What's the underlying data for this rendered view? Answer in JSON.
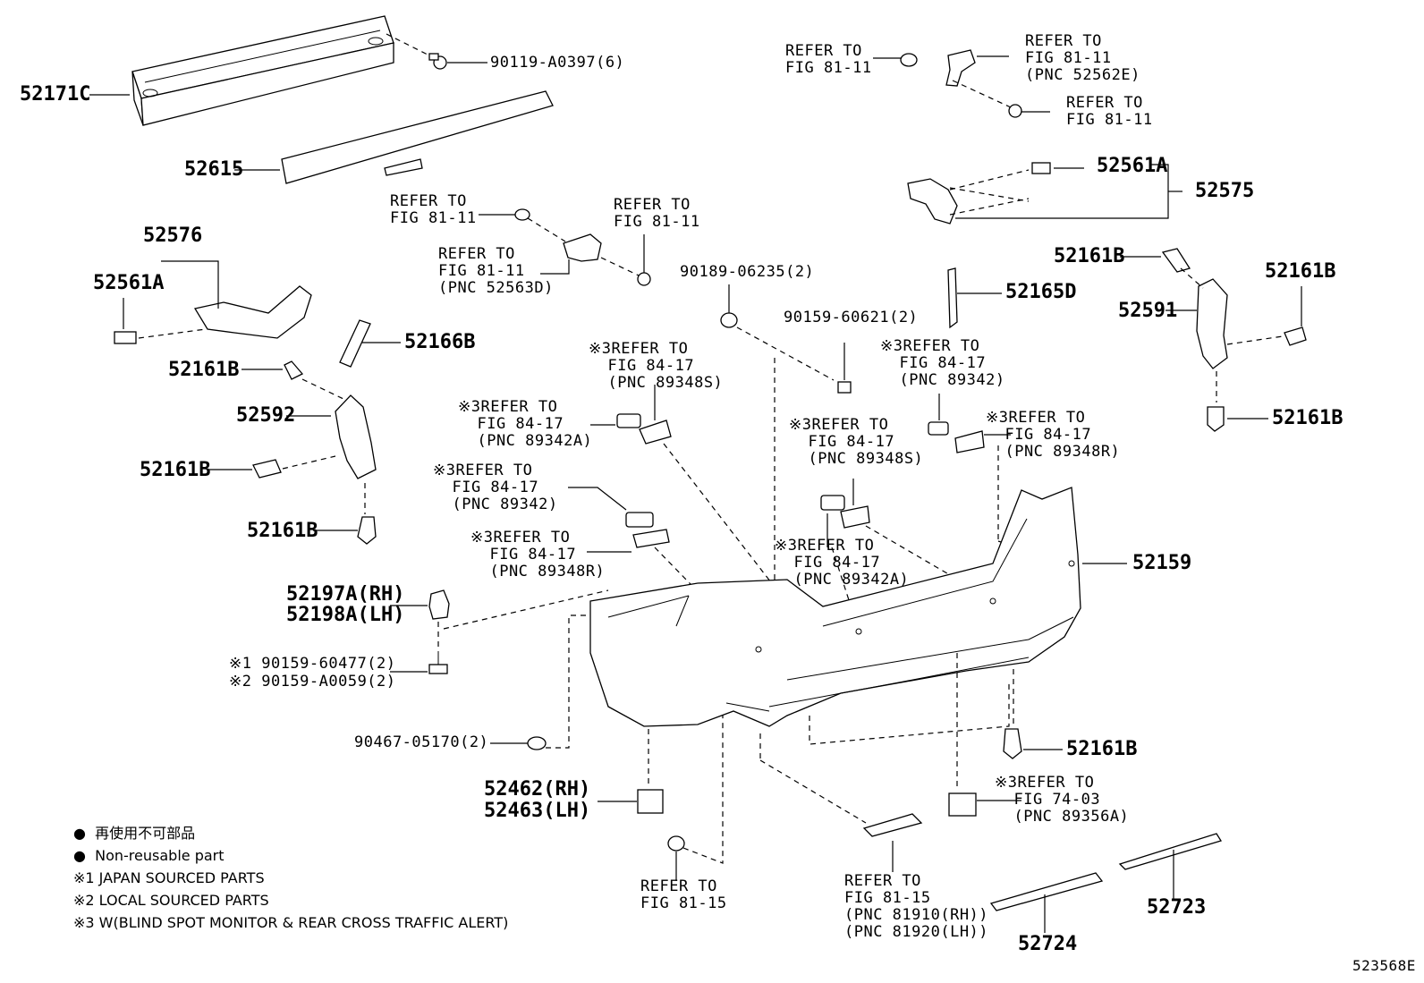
{
  "diagram_id": "523568E",
  "parts": {
    "p52171C": "52171C",
    "p52615": "52615",
    "p90119": "90119-A0397(6)",
    "p52576": "52576",
    "p52561A_l": "52561A",
    "p52166B": "52166B",
    "p52161B_1": "52161B",
    "p52592": "52592",
    "p52161B_2": "52161B",
    "p52161B_3": "52161B",
    "p52197A": "52197A(RH)",
    "p52198A": "52198A(LH)",
    "p90159_60477": "※1 90159-60477(2)",
    "p90159_A0059": "※2 90159-A0059(2)",
    "p90467": "90467-05170(2)",
    "p52462": "52462(RH)",
    "p52463": "52463(LH)",
    "p90189": "90189-06235(2)",
    "p90159_60621": "90159-60621(2)",
    "p52165D": "52165D",
    "p52561A_r": "52561A",
    "p52575": "52575",
    "p52161B_4": "52161B",
    "p52161B_5": "52161B",
    "p52591": "52591",
    "p52161B_6": "52161B",
    "p52159": "52159",
    "p52161B_7": "52161B",
    "p52723": "52723",
    "p52724": "52724"
  },
  "refs": {
    "r1": "REFER TO\nFIG 81-11",
    "r2": "REFER TO\nFIG 81-11\n(PNC 52562E)",
    "r3": "REFER TO\nFIG 81-11",
    "r4": "REFER TO\nFIG 81-11",
    "r5": "REFER TO\nFIG 81-11",
    "r6": "REFER TO\nFIG 81-11\n(PNC 52563D)",
    "r7": "※3REFER TO\n  FIG 84-17\n  (PNC 89348S)",
    "r8": "※3REFER TO\n  FIG 84-17\n  (PNC 89342A)",
    "r9": "※3REFER TO\n  FIG 84-17\n  (PNC 89342)",
    "r10": "※3REFER TO\n  FIG 84-17\n  (PNC 89348R)",
    "r11": "※3REFER TO\n  FIG 84-17\n  (PNC 89342)",
    "r12": "※3REFER TO\n  FIG 84-17\n  (PNC 89348S)",
    "r13": "※3REFER TO\n  FIG 84-17\n  (PNC 89348R)",
    "r14": "※3REFER TO\n  FIG 84-17\n  (PNC 89342A)",
    "r15": "※3REFER TO\n  FIG 74-03\n  (PNC 89356A)",
    "r16": "REFER TO\nFIG 81-15",
    "r17": "REFER TO\nFIG 81-15\n(PNC 81910(RH))\n(PNC 81920(LH))"
  },
  "legend": {
    "l1": "●  再使用不可部品",
    "l2": "●  Non-reusable part",
    "l3": "※1 JAPAN SOURCED PARTS",
    "l4": "※2 LOCAL SOURCED PARTS",
    "l5": "※3 W(BLIND SPOT MONITOR & REAR CROSS TRAFFIC ALERT)"
  }
}
